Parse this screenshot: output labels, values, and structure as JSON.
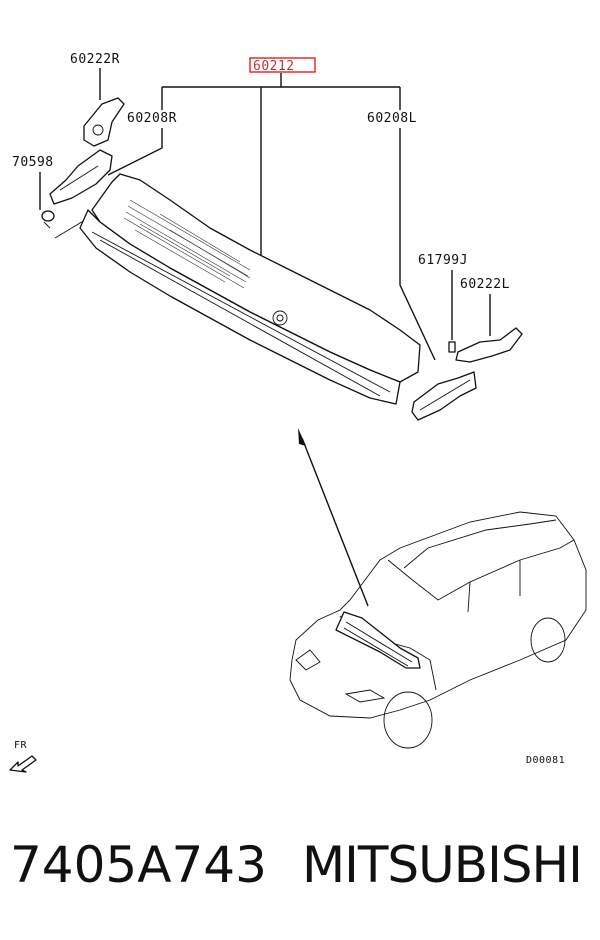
{
  "labels": {
    "assembly": "60212",
    "bracket_right_top": "60222R",
    "seal_right": "60208R",
    "seal_left": "60208L",
    "clip": "70598",
    "clip_left": "61799J",
    "bracket_left": "60222L",
    "front_marker": "FR",
    "diagram_code": "D00081"
  },
  "footer": {
    "part_number": "7405A743",
    "brand": "MITSUBISHI"
  },
  "colors": {
    "highlight": "#e02020",
    "line": "#111111"
  }
}
